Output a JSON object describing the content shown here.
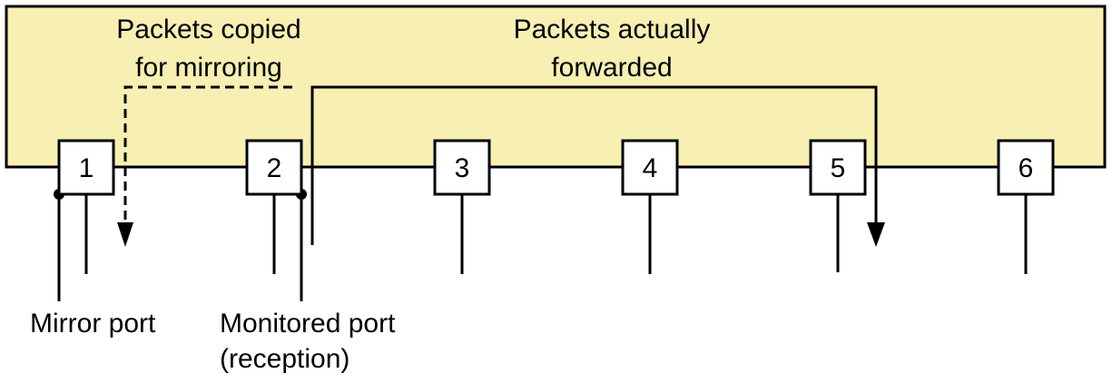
{
  "colors": {
    "switch_fill": "#f7f0b2",
    "line": "#000000",
    "port_fill": "#ffffff"
  },
  "labels": {
    "copied_line1": "Packets copied",
    "copied_line2": "for mirroring",
    "forwarded_line1": "Packets actually",
    "forwarded_line2": "forwarded",
    "mirror_port": "Mirror port",
    "monitored_line1": "Monitored port",
    "monitored_line2": "(reception)"
  },
  "ports": [
    {
      "number": "1"
    },
    {
      "number": "2"
    },
    {
      "number": "3"
    },
    {
      "number": "4"
    },
    {
      "number": "5"
    },
    {
      "number": "6"
    }
  ]
}
